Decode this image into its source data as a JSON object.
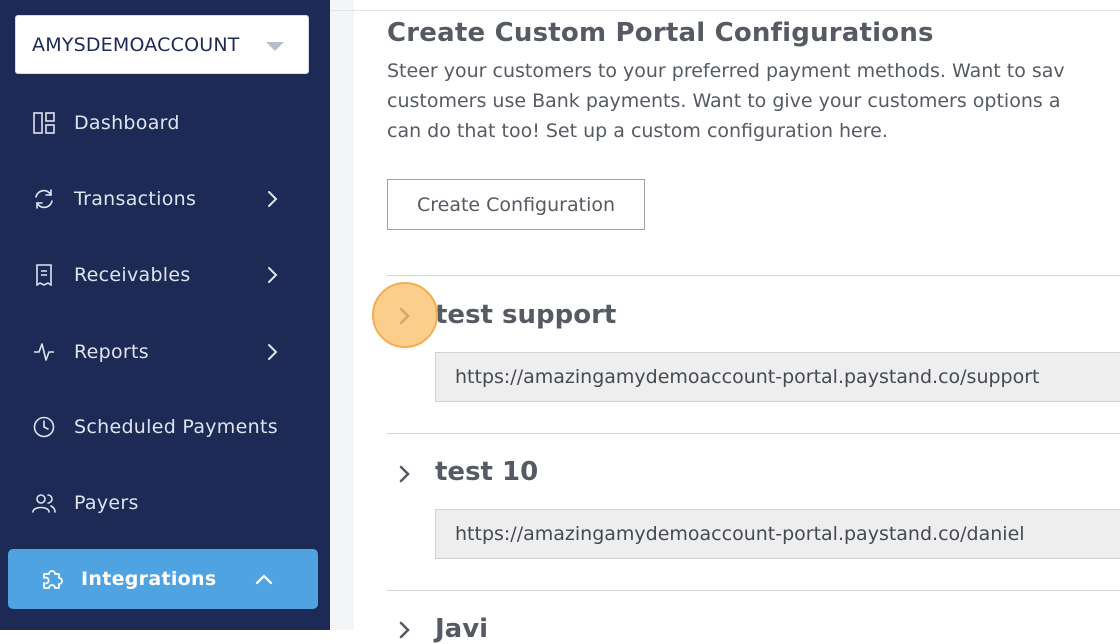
{
  "sidebar": {
    "account": "AMYSDEMOACCOUNT",
    "items": [
      {
        "label": "Dashboard",
        "icon": "dashboard-icon"
      },
      {
        "label": "Transactions",
        "icon": "refresh-icon"
      },
      {
        "label": "Receivables",
        "icon": "receipt-icon"
      },
      {
        "label": "Reports",
        "icon": "activity-icon"
      },
      {
        "label": "Scheduled Payments",
        "icon": "clock-icon"
      },
      {
        "label": "Payers",
        "icon": "users-icon"
      },
      {
        "label": "Integrations",
        "icon": "puzzle-icon"
      }
    ]
  },
  "main": {
    "heading": "Create Custom Portal Configurations",
    "description": [
      "Steer your customers to your preferred payment methods. Want to sav",
      "customers use Bank payments. Want to give your customers options a",
      "can do that too! Set up a custom configuration here."
    ],
    "create_button": "Create Configuration",
    "configs": [
      {
        "title": "test support",
        "url": "https://amazingamydemoaccount-portal.paystand.co/support"
      },
      {
        "title": "test 10",
        "url": "https://amazingamydemoaccount-portal.paystand.co/daniel"
      },
      {
        "title": "Javi"
      }
    ]
  },
  "colors": {
    "sidebar_bg": "#1c2a55",
    "active_item": "#4fa3e0",
    "highlight": "#f2ae52"
  }
}
